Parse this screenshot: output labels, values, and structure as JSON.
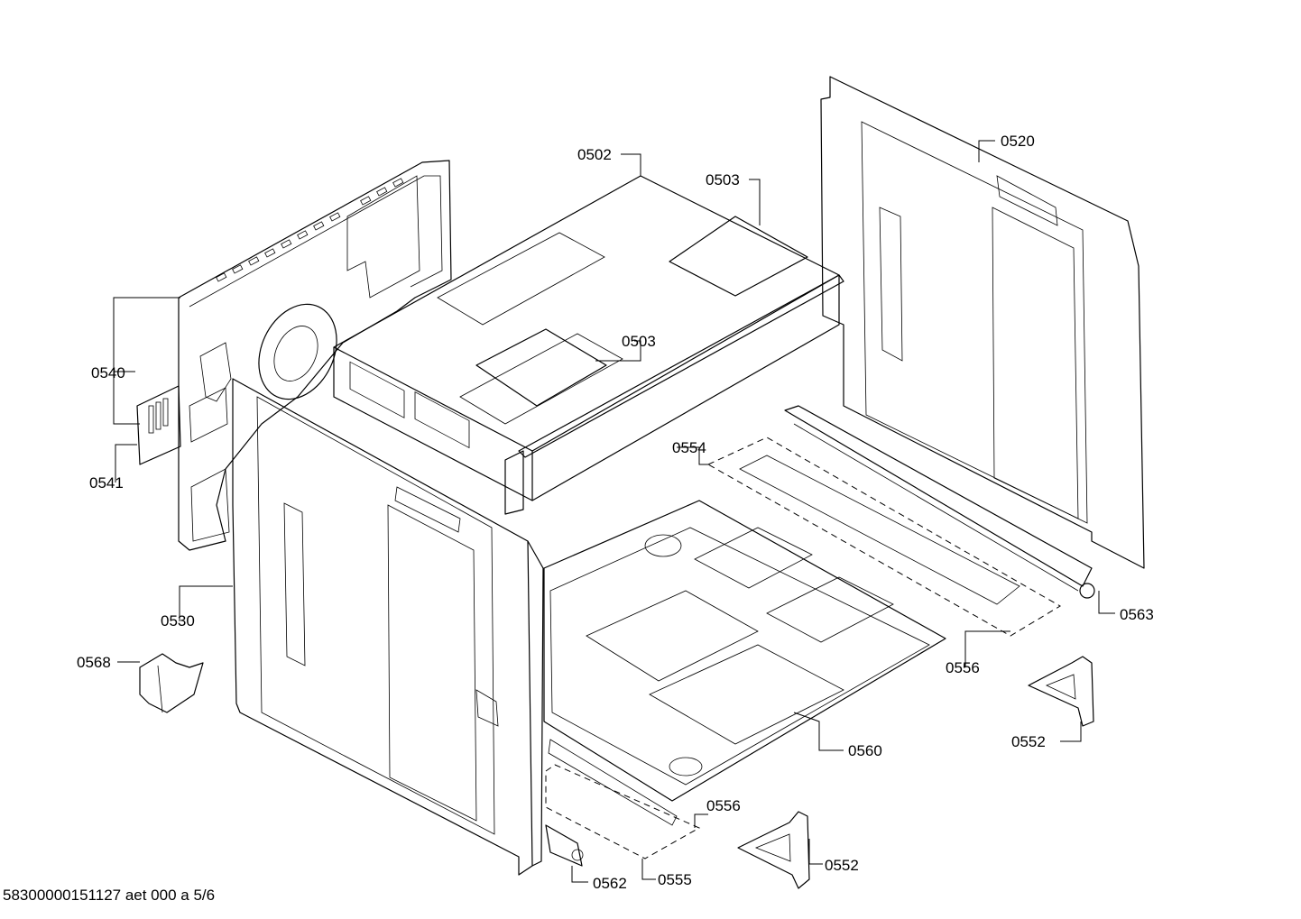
{
  "callouts": {
    "c0502": "0502",
    "c0503a": "0503",
    "c0503b": "0503",
    "c0520": "0520",
    "c0540": "0540",
    "c0541": "0541",
    "c0530": "0530",
    "c0568": "0568",
    "c0554": "0554",
    "c0563": "0563",
    "c0556a": "0556",
    "c0552a": "0552",
    "c0560": "0560",
    "c0556b": "0556",
    "c0552b": "0552",
    "c0562": "0562",
    "c0555": "0555"
  },
  "footer": {
    "document_id": "58300000151127 aet 000 a 5/6"
  }
}
